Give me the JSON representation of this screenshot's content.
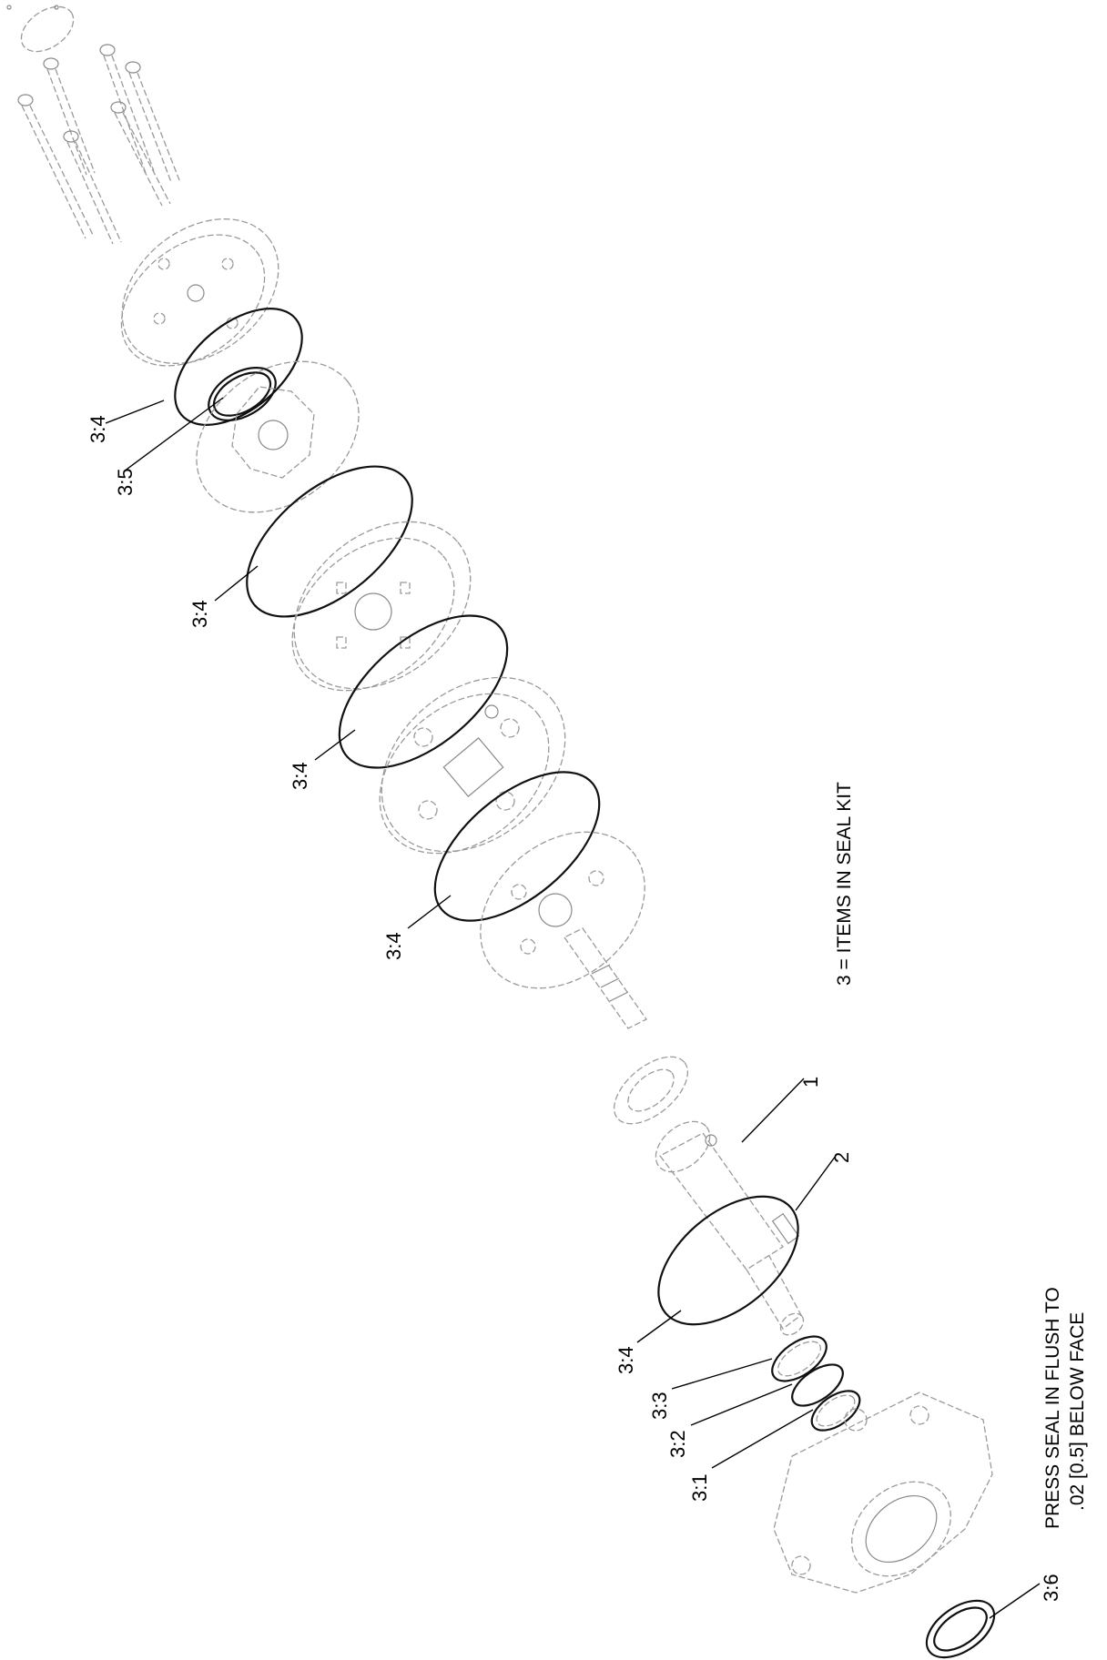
{
  "callouts": {
    "c34_top": "3:4",
    "c35": "3:5",
    "c34_b": "3:4",
    "c34_c": "3:4",
    "c34_d": "3:4",
    "c1": "1",
    "c2": "2",
    "c34_bottom": "3:4",
    "c33": "3:3",
    "c32": "3:2",
    "c31": "3:1",
    "c36": "3:6"
  },
  "notes": {
    "seal_kit": "3  = ITEMS IN SEAL KIT",
    "press_line1": "PRESS SEAL IN FLUSH TO",
    "press_line2": ".02 [0.5] BELOW FACE"
  }
}
